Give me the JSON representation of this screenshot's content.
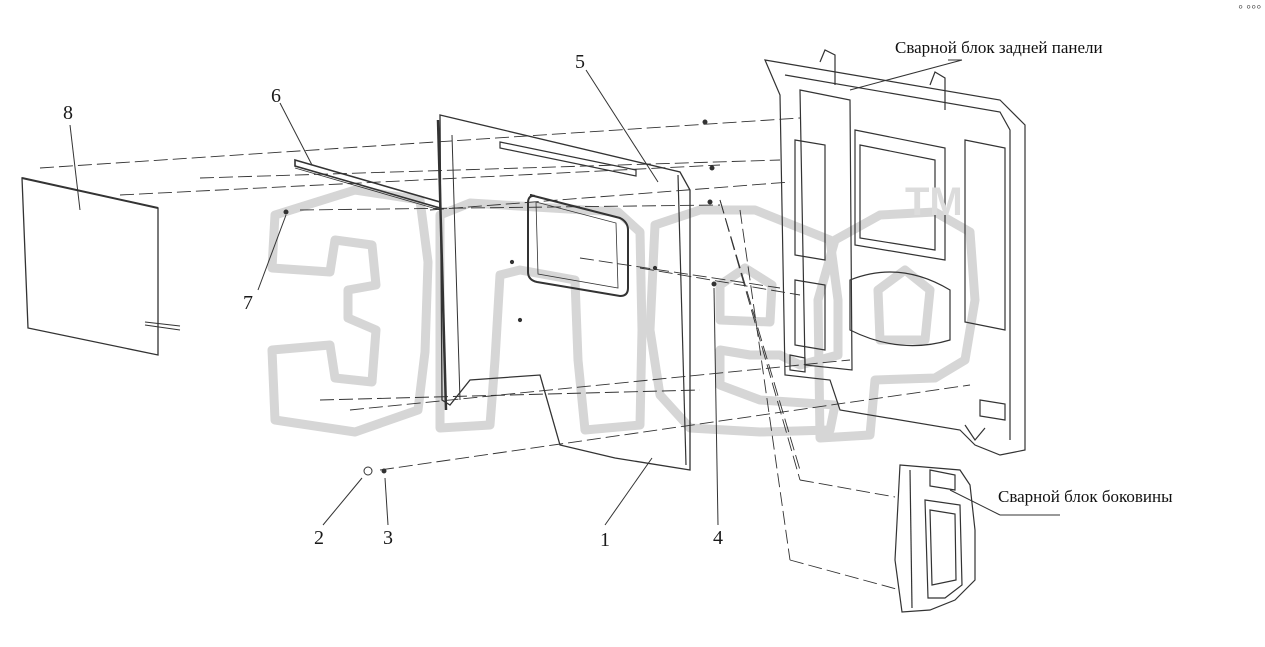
{
  "watermark": {
    "text": "ЭЛЕР",
    "trademark": "TM",
    "color": "#d9d9d9"
  },
  "labels": {
    "rear_panel": "Сварной блок задней панели",
    "side_panel": "Сварной блок боковины"
  },
  "callouts": [
    "1",
    "2",
    "3",
    "4",
    "5",
    "6",
    "7",
    "8"
  ],
  "corner_mark": "⸰ ⸰⸰⸰",
  "line_color": "#333333"
}
